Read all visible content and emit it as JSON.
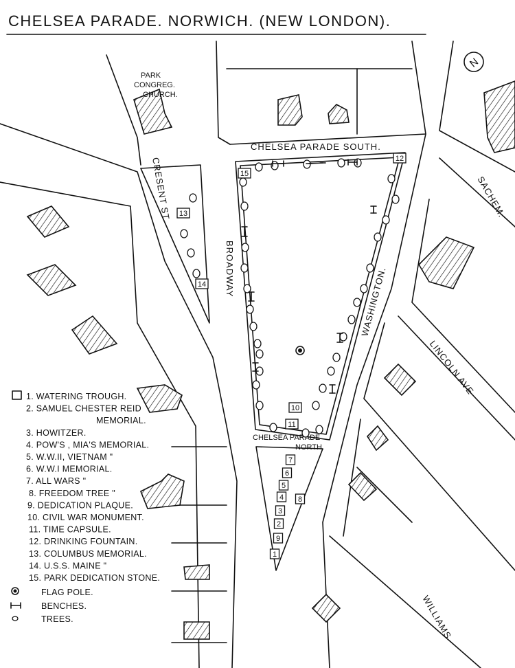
{
  "title": "CHELSEA PARADE. NORWICH. (NEW LONDON).",
  "north_label": "N",
  "landmarks": {
    "church": [
      "PARK",
      "CONGREG.",
      "CHURCH."
    ]
  },
  "streets": {
    "chelsea_parade_south": "CHELSEA PARADE SOUTH.",
    "sachem": "SACHEM.",
    "cresent": "CRESENT ST.",
    "broadway": "BROADWAY",
    "washington": "WASHINGTON.",
    "lincoln": "LINCOLN AVE",
    "chelsea_parade_north_1": "CHELSEA PARADE",
    "chelsea_parade_north_2": "NORTH.",
    "williams": "WILLIAMS"
  },
  "markers": [
    "1",
    "2",
    "3",
    "4",
    "5",
    "6",
    "7",
    "8",
    "9",
    "10",
    "11",
    "12",
    "13",
    "14",
    "15"
  ],
  "legend": {
    "items": [
      "1. WATERING TROUGH.",
      "2. SAMUEL CHESTER REID",
      "MEMORIAL.",
      "3. HOWITZER.",
      "4. POW'S , MIA'S MEMORIAL.",
      "5. W.W.II, VIETNAM   \"",
      "6. W.W.I MEMORIAL.",
      "7. ALL WARS   \"",
      "8. FREEDOM TREE \"",
      "9. DEDICATION PLAQUE.",
      "10. CIVIL WAR MONUMENT.",
      "11. TIME CAPSULE.",
      "12. DRINKING FOUNTAIN.",
      "13. COLUMBUS MEMORIAL.",
      "14. U.S.S. MAINE   \"",
      "15. PARK DEDICATION STONE."
    ],
    "symbols": {
      "flag_pole": "FLAG POLE.",
      "benches": "BENCHES.",
      "trees": "TREES."
    }
  }
}
